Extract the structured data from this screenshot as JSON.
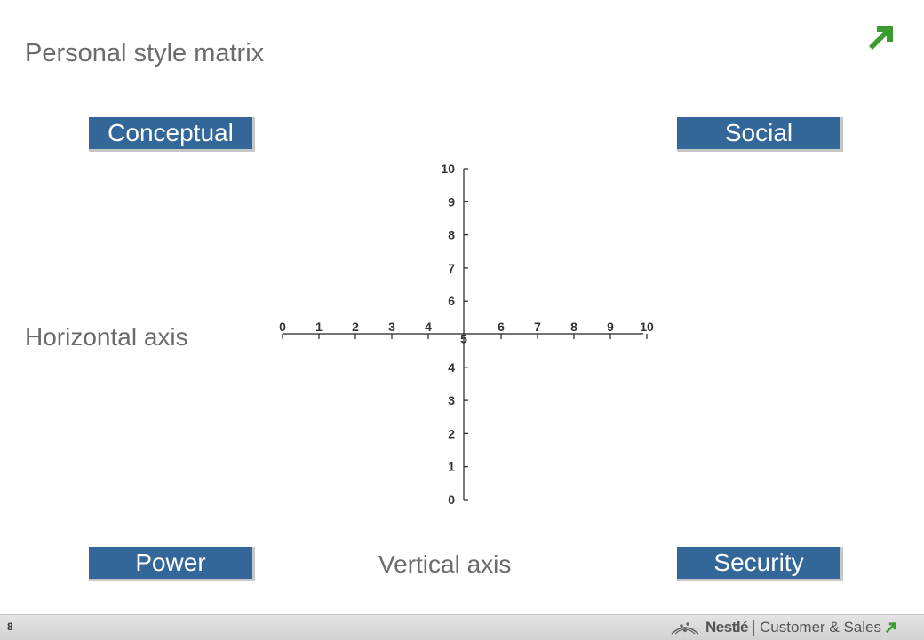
{
  "title": "Personal style matrix",
  "quadrants": {
    "top_left": "Conceptual",
    "top_right": "Social",
    "bottom_left": "Power",
    "bottom_right": "Security"
  },
  "axis_captions": {
    "horizontal": "Horizontal axis",
    "vertical": "Vertical axis"
  },
  "horizontal_axis": {
    "ticks": [
      "0",
      "1",
      "2",
      "3",
      "4",
      "6",
      "7",
      "8",
      "9",
      "10"
    ]
  },
  "vertical_axis": {
    "ticks": [
      "0",
      "1",
      "2",
      "3",
      "4",
      "5",
      "6",
      "7",
      "8",
      "9",
      "10"
    ]
  },
  "footer": {
    "page_number": "8",
    "brand": "Nestlé",
    "division": "Customer & Sales"
  },
  "colors": {
    "accent_green": "#3a9b2f",
    "box_blue": "#336699"
  }
}
